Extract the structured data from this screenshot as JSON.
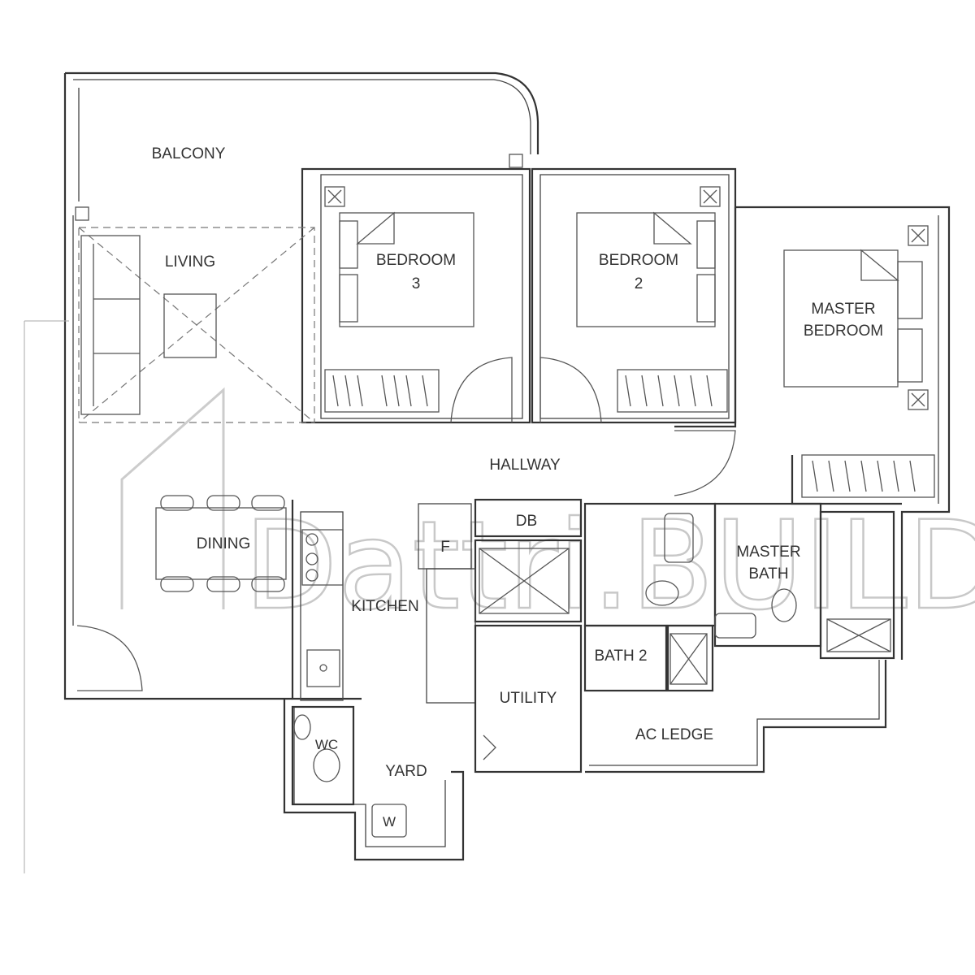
{
  "rooms": {
    "balcony": "BALCONY",
    "living": "LIVING",
    "bedroom3_line1": "BEDROOM",
    "bedroom3_line2": "3",
    "bedroom2_line1": "BEDROOM",
    "bedroom2_line2": "2",
    "master_bedroom_line1": "MASTER",
    "master_bedroom_line2": "BEDROOM",
    "hallway": "HALLWAY",
    "dining": "DINING",
    "kitchen": "KITCHEN",
    "db": "DB",
    "fridge": "F",
    "master_bath_line1": "MASTER",
    "master_bath_line2": "BATH",
    "bath2": "BATH 2",
    "utility": "UTILITY",
    "ac_ledge": "AC LEDGE",
    "wc": "WC",
    "yard": "YARD",
    "washer": "W"
  },
  "watermark": "Dattri.BUILD",
  "colors": {
    "wall": "#333333",
    "watermark": "#c8c8c8"
  }
}
